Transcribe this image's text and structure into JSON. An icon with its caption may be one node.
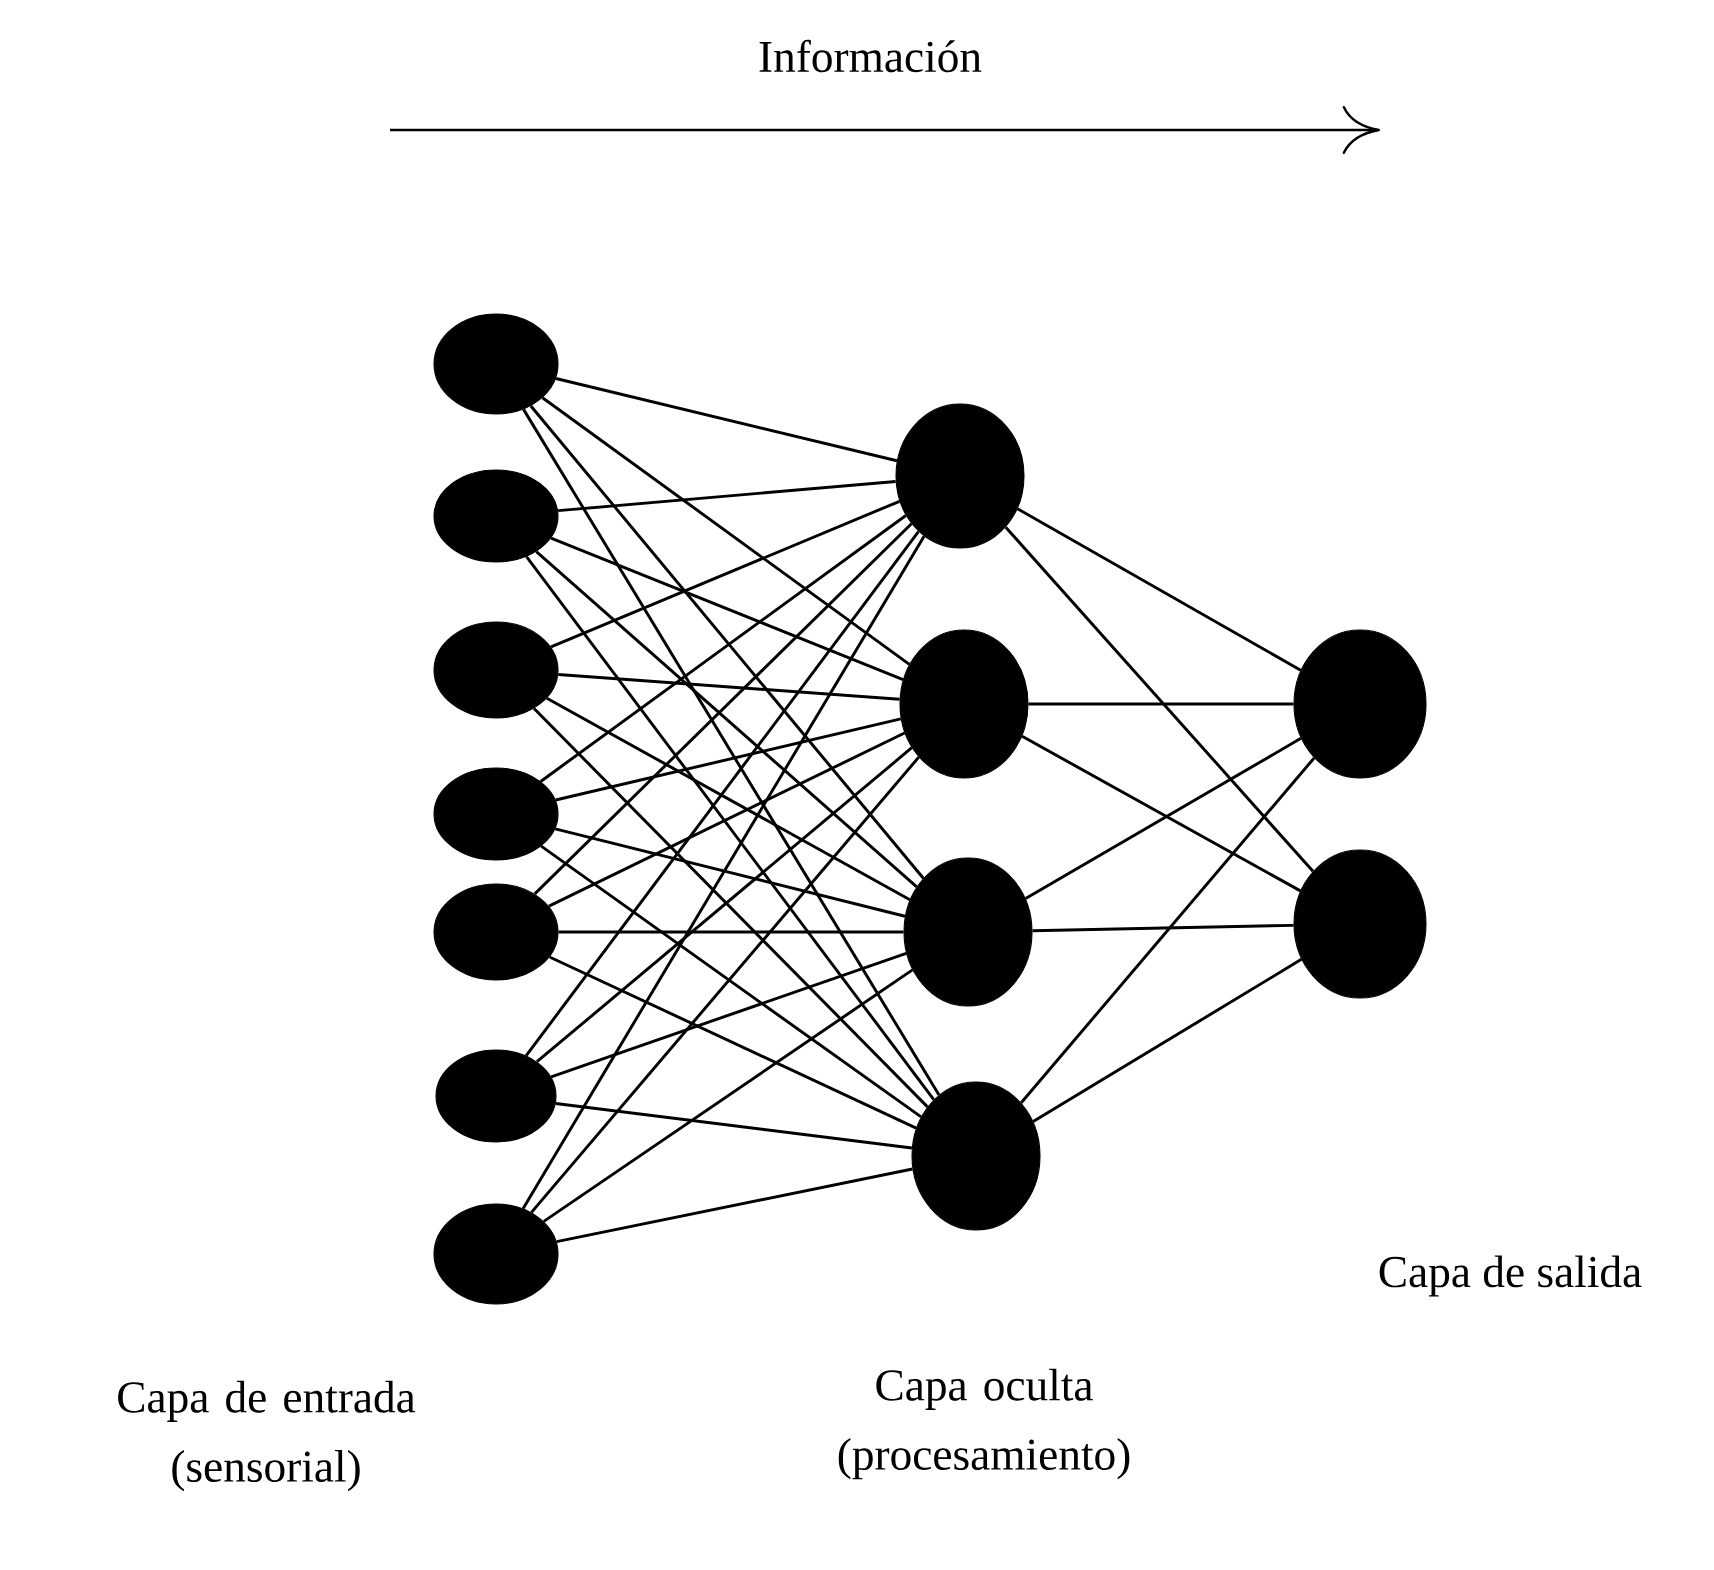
{
  "diagram": {
    "nodes": [
      {
        "text": [],
        "shape": "circle"
      },
      {
        "text": [],
        "shape": "circle"
      },
      {
        "text": [],
        "shape": "circle"
      },
      {
        "text": [],
        "shape": "circle"
      },
      {
        "text": [],
        "shape": "circle"
      },
      {
        "text": [],
        "shape": "circle"
      },
      {
        "text": [],
        "shape": "circle"
      },
      {
        "text": [],
        "shape": "circle"
      },
      {
        "text": [],
        "shape": "circle"
      },
      {
        "text": [],
        "shape": "circle"
      },
      {
        "text": [],
        "shape": "circle"
      },
      {
        "text": [],
        "shape": "circle"
      },
      {
        "text": [],
        "shape": "circle"
      }
    ],
    "edges": [
      {
        "from": 0,
        "to": 7,
        "arrow": "none"
      },
      {
        "from": 0,
        "to": 8,
        "arrow": "none"
      },
      {
        "from": 0,
        "to": 9,
        "arrow": "none"
      },
      {
        "from": 0,
        "to": 10,
        "arrow": "none"
      },
      {
        "from": 1,
        "to": 7,
        "arrow": "none"
      },
      {
        "from": 1,
        "to": 8,
        "arrow": "none"
      },
      {
        "from": 1,
        "to": 9,
        "arrow": "none"
      },
      {
        "from": 1,
        "to": 10,
        "arrow": "none"
      },
      {
        "from": 2,
        "to": 7,
        "arrow": "none"
      },
      {
        "from": 2,
        "to": 8,
        "arrow": "none"
      },
      {
        "from": 2,
        "to": 9,
        "arrow": "none"
      },
      {
        "from": 2,
        "to": 10,
        "arrow": "none"
      },
      {
        "from": 3,
        "to": 7,
        "arrow": "none"
      },
      {
        "from": 3,
        "to": 8,
        "arrow": "none"
      },
      {
        "from": 3,
        "to": 9,
        "arrow": "none"
      },
      {
        "from": 3,
        "to": 10,
        "arrow": "none"
      },
      {
        "from": 4,
        "to": 7,
        "arrow": "none"
      },
      {
        "from": 4,
        "to": 8,
        "arrow": "none"
      },
      {
        "from": 4,
        "to": 9,
        "arrow": "none"
      },
      {
        "from": 4,
        "to": 10,
        "arrow": "none"
      },
      {
        "from": 5,
        "to": 7,
        "arrow": "none"
      },
      {
        "from": 5,
        "to": 8,
        "arrow": "none"
      },
      {
        "from": 5,
        "to": 9,
        "arrow": "none"
      },
      {
        "from": 5,
        "to": 10,
        "arrow": "none"
      },
      {
        "from": 6,
        "to": 7,
        "arrow": "none"
      },
      {
        "from": 6,
        "to": 8,
        "arrow": "none"
      },
      {
        "from": 6,
        "to": 9,
        "arrow": "none"
      },
      {
        "from": 6,
        "to": 10,
        "arrow": "none"
      },
      {
        "from": 7,
        "to": 11,
        "arrow": "none"
      },
      {
        "from": 7,
        "to": 12,
        "arrow": "none"
      },
      {
        "from": 8,
        "to": 11,
        "arrow": "none"
      },
      {
        "from": 8,
        "to": 12,
        "arrow": "none"
      },
      {
        "from": 9,
        "to": 11,
        "arrow": "none"
      },
      {
        "from": 9,
        "to": 12,
        "arrow": "none"
      },
      {
        "from": 10,
        "to": 11,
        "arrow": "none"
      },
      {
        "from": 10,
        "to": 12,
        "arrow": "none"
      }
    ],
    "labels": [
      "Información",
      "Capa de salida",
      "Capa de entrada (sensorial)",
      "Capa oculta (procesamiento)"
    ]
  }
}
